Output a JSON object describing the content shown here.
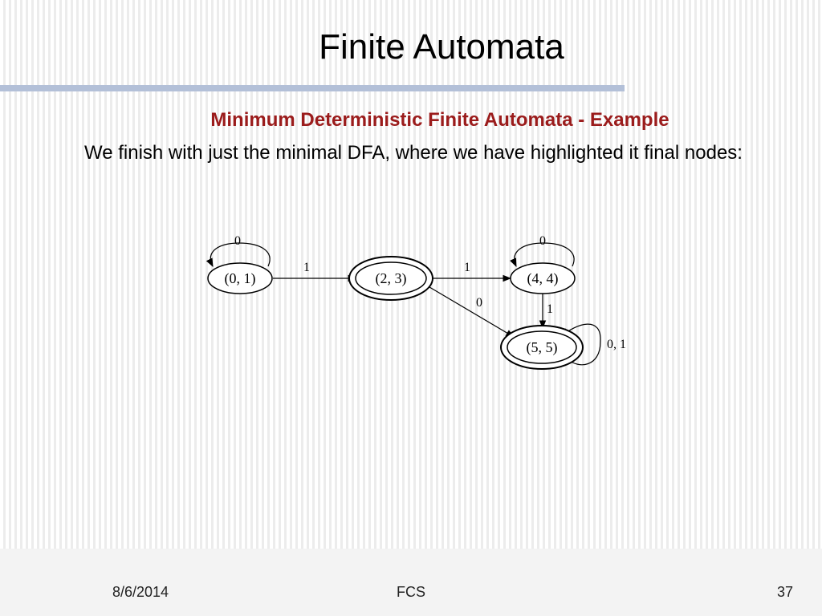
{
  "slide": {
    "title": "Finite Automata",
    "subtitle": "Minimum Deterministic Finite Automata - Example",
    "body": "We finish with just the minimal DFA, where we have highlighted it final nodes:"
  },
  "colors": {
    "subtitle": "#9b1c1c",
    "title_bar": "#b3c0d8"
  },
  "diagram": {
    "states": [
      {
        "id": "s01",
        "label": "(0, 1)",
        "final": false
      },
      {
        "id": "s23",
        "label": "(2, 3)",
        "final": true
      },
      {
        "id": "s44",
        "label": "(4, 4)",
        "final": false
      },
      {
        "id": "s55",
        "label": "(5, 5)",
        "final": true
      }
    ],
    "transitions": [
      {
        "from": "(0, 1)",
        "to": "(0, 1)",
        "label": "0"
      },
      {
        "from": "(0, 1)",
        "to": "(2, 3)",
        "label": "1"
      },
      {
        "from": "(2, 3)",
        "to": "(4, 4)",
        "label": "1"
      },
      {
        "from": "(2, 3)",
        "to": "(5, 5)",
        "label": "0"
      },
      {
        "from": "(4, 4)",
        "to": "(4, 4)",
        "label": "0"
      },
      {
        "from": "(4, 4)",
        "to": "(5, 5)",
        "label": "1"
      },
      {
        "from": "(5, 5)",
        "to": "(5, 5)",
        "label": "0, 1"
      }
    ]
  },
  "footer": {
    "date": "8/6/2014",
    "course": "FCS",
    "page_number": "37"
  }
}
